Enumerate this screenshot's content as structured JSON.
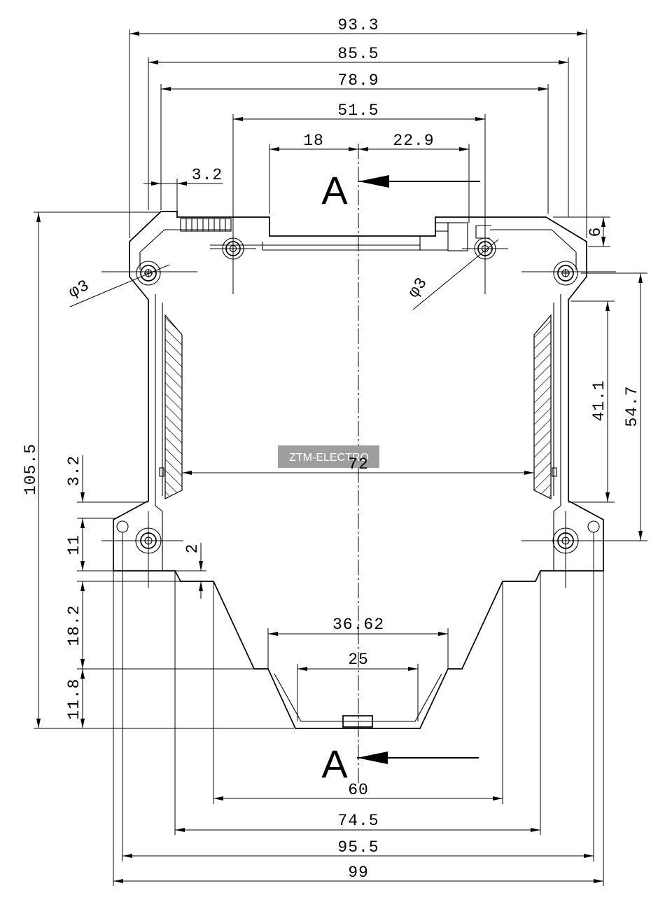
{
  "diagram": {
    "section_label_top": "A",
    "section_label_bottom": "A",
    "watermark": "ZTM-ELECTRO"
  },
  "dimensions": {
    "top": {
      "overall": "93.3",
      "rail": "85.5",
      "inner": "78.9",
      "lid": "51.5",
      "lid_left": "18",
      "lid_right": "22.9",
      "step": "3.2"
    },
    "holes": {
      "left": "φ3",
      "right": "φ3"
    },
    "right": {
      "lip": "6",
      "inner_height": "41.1",
      "hole_spacing": "54.7"
    },
    "left": {
      "total_height": "105.5",
      "flange_offset": "3.2",
      "flange_height": "11",
      "taper_height": "18.2",
      "foot_height": "11.8"
    },
    "step_small": "2",
    "center": {
      "inner_width": "72"
    },
    "bottom": {
      "rail_outer": "36.62",
      "rail_inner": "25",
      "base": "60",
      "lower": "74.5",
      "flange_inner": "95.5",
      "overall": "99"
    }
  },
  "colors": {
    "line": "#000000",
    "watermark_bg": "#9e9e9e",
    "watermark_text": "#ffffff"
  }
}
